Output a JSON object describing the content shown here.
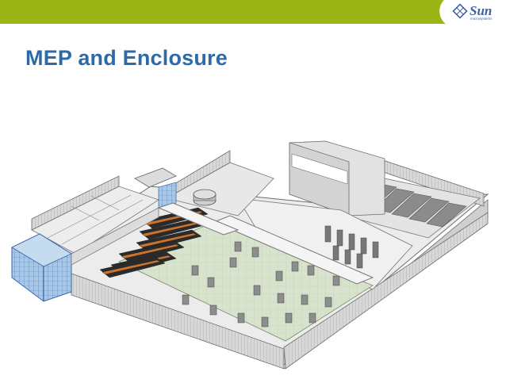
{
  "slide": {
    "title": "MEP and Enclosure"
  },
  "brand": {
    "logo": "Sun",
    "logo_subtext": "microsystems",
    "bar_color": "#9ab514",
    "title_color": "#2f6aa8"
  },
  "illustration": {
    "icon": "isometric-building-floor-plan"
  }
}
